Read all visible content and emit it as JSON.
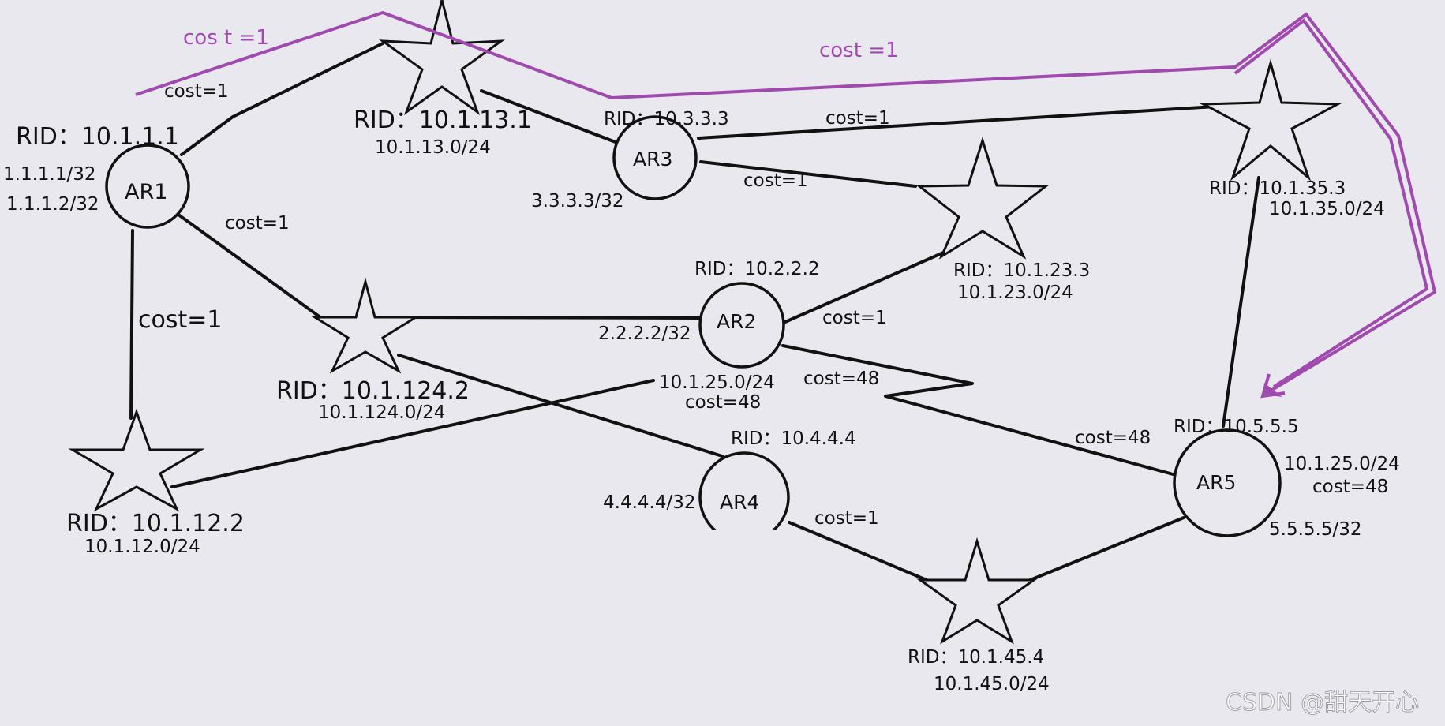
{
  "routers": {
    "ar1": {
      "name": "AR1",
      "rid": "RID：10.1.1.1",
      "loopbacks": [
        "1.1.1.1/32",
        "1.1.1.2/32"
      ]
    },
    "ar2": {
      "name": "AR2",
      "rid": "RID：10.2.2.2",
      "loopback": "2.2.2.2/32"
    },
    "ar3": {
      "name": "AR3",
      "rid": "RID：10.3.3.3",
      "loopback": "3.3.3.3/32"
    },
    "ar4": {
      "name": "AR4",
      "rid": "RID：10.4.4.4",
      "loopback": "4.4.4.4/32"
    },
    "ar5": {
      "name": "AR5",
      "rid": "RID：10.5.5.5",
      "loopback": "5.5.5.5/32",
      "net": "10.1.25.0/24",
      "cost": "cost=48"
    }
  },
  "networks": {
    "n13": {
      "rid": "RID：10.1.13.1",
      "net": "10.1.13.0/24"
    },
    "n35": {
      "rid": "RID：10.1.35.3",
      "net": "10.1.35.0/24"
    },
    "n23": {
      "rid": "RID：10.1.23.3",
      "net": "10.1.23.0/24"
    },
    "n124": {
      "rid": "RID：10.1.124.2",
      "net": "10.1.124.0/24"
    },
    "n12": {
      "rid": "RID：10.1.12.2",
      "net": "10.1.12.0/24"
    },
    "n45": {
      "rid": "RID：10.1.45.4",
      "net": "10.1.45.0/24"
    },
    "n25": {
      "net": "10.1.25.0/24",
      "cost": "cost=48"
    }
  },
  "costs": {
    "ar1_n13": "cost=1",
    "ar1_n124": "cost=1",
    "ar1_n12": "cost=1",
    "ar3_n35": "cost=1",
    "ar3_n23": "cost=1",
    "ar2_n23": "cost=1",
    "ar2_fr": "cost=48",
    "ar5_fr": "cost=48",
    "ar4_n45": "cost=1"
  },
  "highlight_path": {
    "left_label": "cos t =1",
    "right_label": "cost =1",
    "color": "#a04ab0"
  },
  "watermark": "CSDN @甜天开心"
}
